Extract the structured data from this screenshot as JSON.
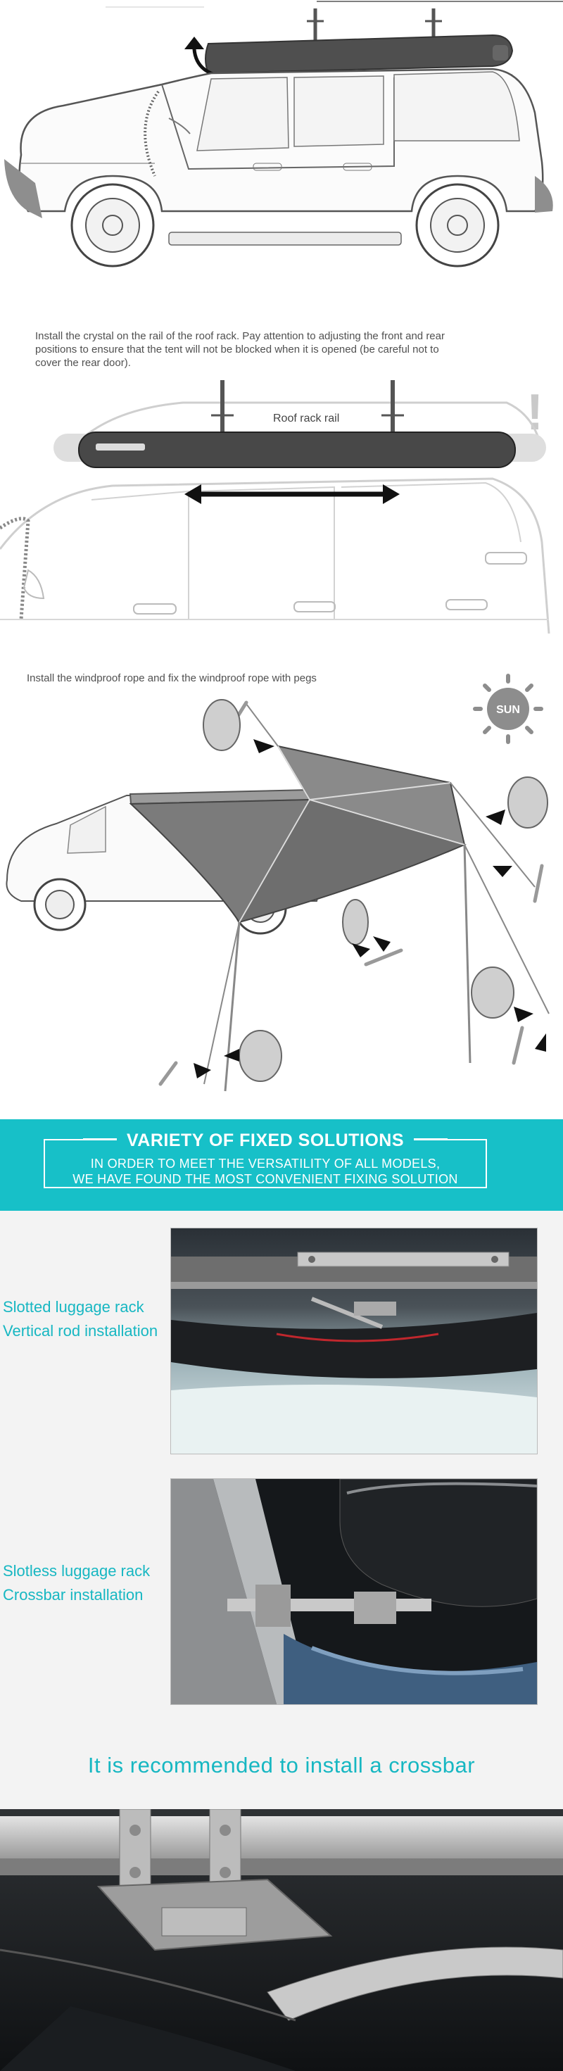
{
  "section_install_rail": {
    "caption": "Install the crystal on the rail of the roof rack. Pay attention to adjusting the front and rear positions to ensure that the tent will not be blocked when it is opened (be careful not to cover the rear door).",
    "rack_label": "Roof rack rail",
    "warning_mark": "!"
  },
  "section_windproof": {
    "caption": "Install the windproof rope and fix the windproof rope with pegs",
    "sun_label": "SUN"
  },
  "banner": {
    "title": "VARIETY OF FIXED SOLUTIONS",
    "subtitle_line1": "IN ORDER TO MEET THE VERSATILITY OF ALL MODELS,",
    "subtitle_line2": "WE HAVE FOUND THE MOST CONVENIENT FIXING SOLUTION",
    "color": "#17c0c8"
  },
  "fixing_options": [
    {
      "line1": "Slotted luggage rack",
      "line2": "Vertical rod installation"
    },
    {
      "line1": "Slotless luggage rack",
      "line2": "Crossbar installation"
    }
  ],
  "recommendation": "It is recommended to install a crossbar",
  "colors": {
    "accent": "#17b7c2",
    "awning": "#7d7d7d"
  }
}
